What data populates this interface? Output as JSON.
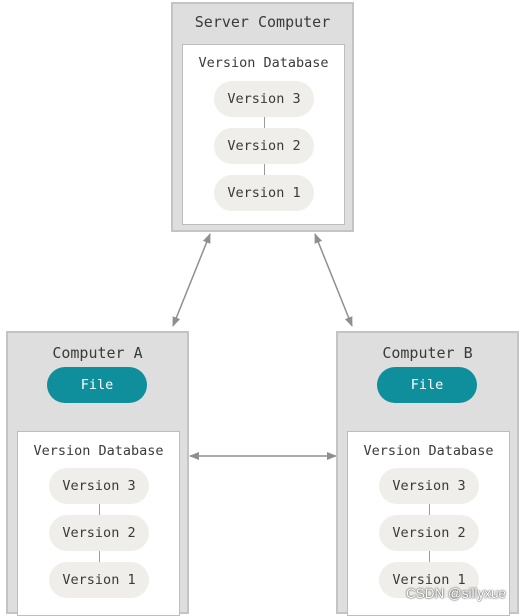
{
  "server": {
    "title": "Server Computer",
    "db_title": "Version Database",
    "versions": [
      "Version 3",
      "Version 2",
      "Version 1"
    ]
  },
  "computer_a": {
    "title": "Computer A",
    "file_label": "File",
    "db_title": "Version Database",
    "versions": [
      "Version 3",
      "Version 2",
      "Version 1"
    ]
  },
  "computer_b": {
    "title": "Computer B",
    "file_label": "File",
    "db_title": "Version Database",
    "versions": [
      "Version 3",
      "Version 2",
      "Version 1"
    ]
  },
  "watermark": "CSDN @sillyxue",
  "colors": {
    "computer_bg": "#dedede",
    "file_pill": "#0f8f9c",
    "version_pill": "#efeeea",
    "arrow": "#8f8f8f"
  }
}
